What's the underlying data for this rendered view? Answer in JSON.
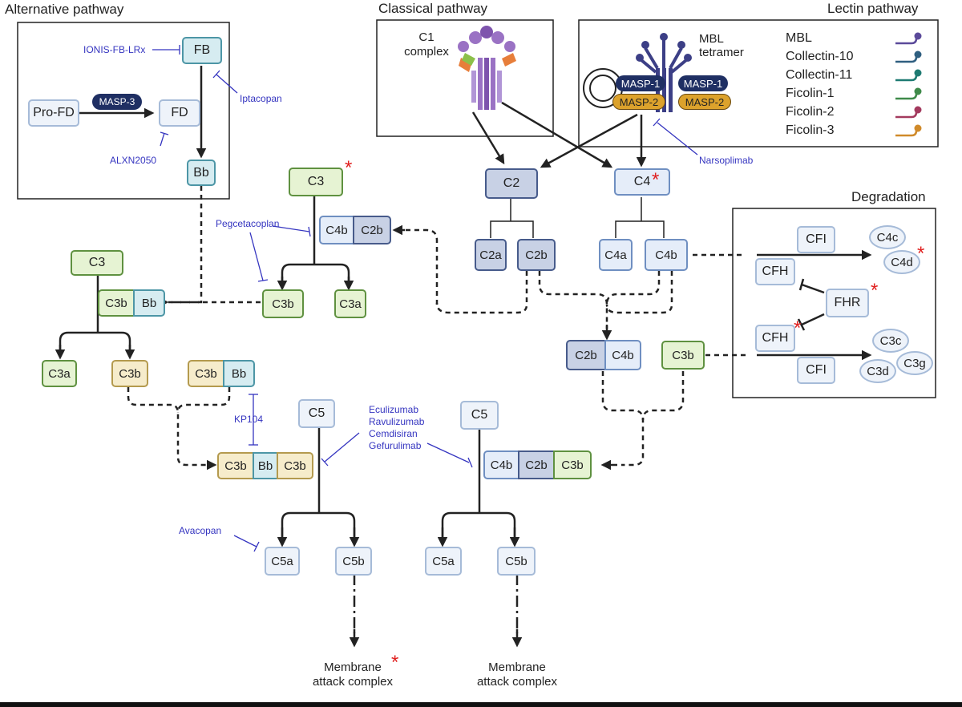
{
  "titles": {
    "alternative": "Alternative pathway",
    "classical": "Classical pathway",
    "lectin": "Lectin pathway",
    "degradation": "Degradation"
  },
  "classical": {
    "c1_complex": "C1\ncomplex"
  },
  "lectin": {
    "mbl_tetramer": "MBL\ntetramer",
    "masp1": "MASP-1",
    "masp2": "MASP-2",
    "legend": [
      {
        "name": "MBL",
        "color": "#5b4a9a"
      },
      {
        "name": "Collectin-10",
        "color": "#2f5f80"
      },
      {
        "name": "Collectin-11",
        "color": "#1e7a72"
      },
      {
        "name": "Ficolin-1",
        "color": "#3f8a4a"
      },
      {
        "name": "Ficolin-2",
        "color": "#a33a5e"
      },
      {
        "name": "Ficolin-3",
        "color": "#d08a2a"
      }
    ]
  },
  "alt": {
    "fb": "FB",
    "pro_fd": "Pro-FD",
    "masp3": "MASP-3",
    "fd": "FD",
    "bb": "Bb"
  },
  "nodes": {
    "c2": "C2",
    "c4": "C4",
    "c2a": "C2a",
    "c2b": "C2b",
    "c4a": "C4a",
    "c4b": "C4b",
    "c3_top": "C3",
    "c4b_c2b_top_a": "C4b",
    "c4b_c2b_top_b": "C2b",
    "c3b_mid": "C3b",
    "c3a_mid": "C3a",
    "c3_left": "C3",
    "c3b_left": "C3b",
    "bb_left": "Bb",
    "c3a_low": "C3a",
    "c3b_low": "C3b",
    "c3b_bb_a": "C3b",
    "c3b_bb_b": "Bb",
    "conv_a": "C3b",
    "conv_b": "Bb",
    "conv_c": "C3b",
    "c5_left": "C5",
    "c5a_left": "C5a",
    "c5b_left": "C5b",
    "c2b_c4b_a": "C2b",
    "c2b_c4b_b": "C4b",
    "c3b_right": "C3b",
    "c5_right": "C5",
    "cl_a": "C4b",
    "cl_b": "C2b",
    "cl_c": "C3b",
    "c5a_right": "C5a",
    "c5b_right": "C5b",
    "mac_left": "Membrane\nattack complex",
    "mac_right": "Membrane\nattack complex"
  },
  "degradation": {
    "cfi_top": "CFI",
    "cfh_top": "CFH",
    "fhr": "FHR",
    "cfh_bottom": "CFH",
    "cfi_bottom": "CFI",
    "c4c": "C4c",
    "c4d": "C4d",
    "c3c": "C3c",
    "c3d": "C3d",
    "c3g": "C3g"
  },
  "drugs": {
    "ionis": "IONIS-FB-LRx",
    "iptacopan": "Iptacopan",
    "alxn": "ALXN2050",
    "pegcetacoplan": "Pegcetacoplan",
    "kp104": "KP104",
    "c5_inhibitors": "Eculizumab\nRavulizumab\nCemdisiran\nGefurulimab",
    "avacopan": "Avacopan",
    "narsoplimab": "Narsoplimab"
  },
  "star_symbol": "*"
}
